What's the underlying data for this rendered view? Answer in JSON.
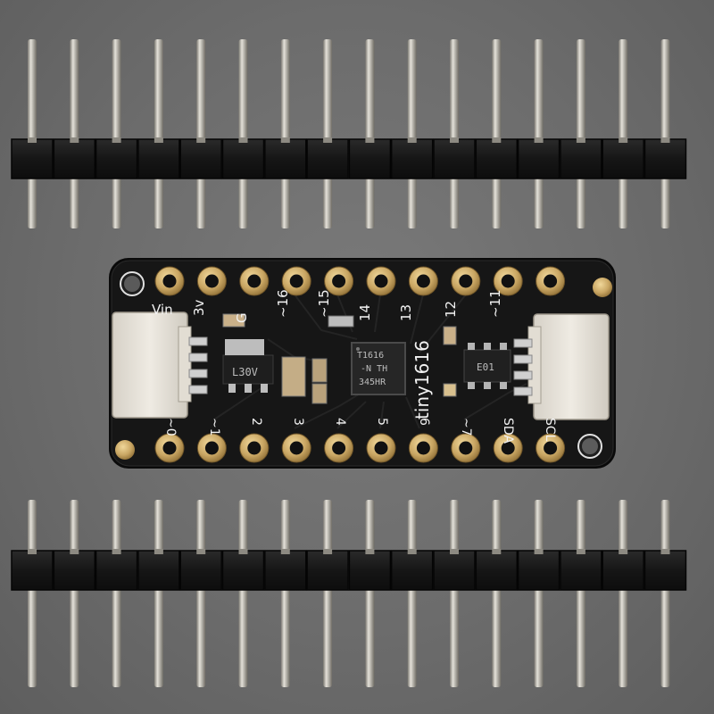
{
  "photo_subject": "Adafruit ATtiny1616 breakout board with two male pin header strips",
  "colors": {
    "background": "#6c6c6c",
    "pcb": "#141414",
    "pad_gold": "#c8a565",
    "pin_metal": "#b9b6ae",
    "header_plastic": "#1c1c1c",
    "connector_white": "#e8e4dc"
  },
  "headers": {
    "top_pin_count": 16,
    "bottom_pin_count": 16
  },
  "board": {
    "top_labels": [
      "Vin",
      "3v",
      "G",
      "~16",
      "~15",
      "14",
      "13",
      "12",
      "~11"
    ],
    "bottom_labels": [
      "~0",
      "~1",
      "2",
      "3",
      "4",
      "5",
      "6",
      "~7",
      "SDA",
      "SCL"
    ],
    "name_label": "tiny1616",
    "chip_marking": [
      "T1616",
      "-N TH",
      "345HR"
    ],
    "regulator_marking": "L30V",
    "small_ic_marking": "E01",
    "top_pad_count": 10,
    "bottom_pad_count": 10
  }
}
